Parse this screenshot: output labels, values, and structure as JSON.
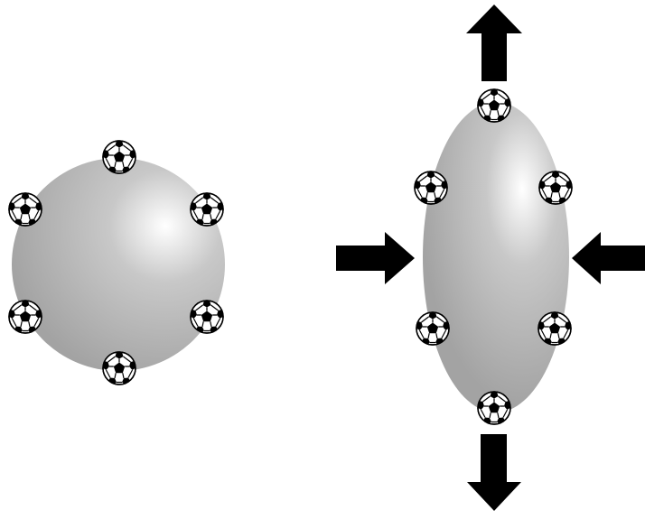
{
  "diagram": {
    "panels": [
      {
        "shape": "sphere",
        "ball_count": 6,
        "arrows": []
      },
      {
        "shape": "ellipsoid",
        "ball_count": 6,
        "arrows": [
          "up",
          "down",
          "inward-from-left",
          "inward-from-right"
        ]
      }
    ],
    "colors": {
      "background": "#ffffff",
      "body_highlight": "#ffffff",
      "body_mid": "#c8c8c8",
      "body_base": "#a3a3a3",
      "arrow": "#000000",
      "ball_white": "#ffffff",
      "ball_black": "#000000"
    },
    "ball_icon": "soccer-ball-icon",
    "arrow_icon": "block-arrow-icon"
  }
}
